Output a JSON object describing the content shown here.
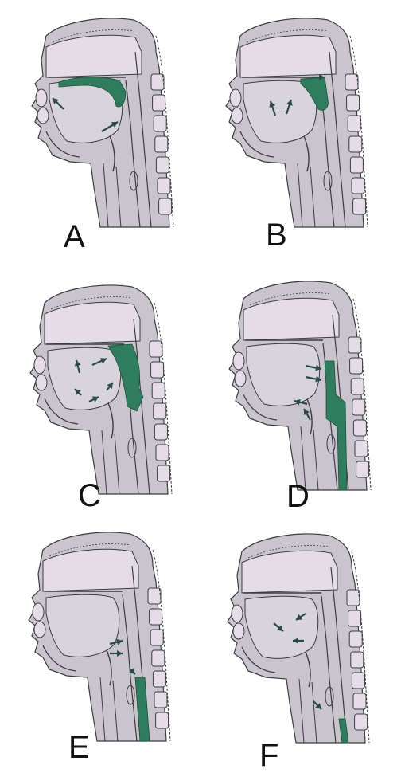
{
  "colors": {
    "tissue": "#c9c5cc",
    "tissue_light": "#d8d4dc",
    "palate": "#e4dde6",
    "outline": "#3c3a40",
    "green": "#2f7d5e",
    "arrow": "#2c4a44"
  },
  "panels": [
    {
      "label": "A",
      "green_region": "tongue-roof"
    },
    {
      "label": "B",
      "green_region": "velum-pharynx"
    },
    {
      "label": "C",
      "green_region": "pharynx-large"
    },
    {
      "label": "D",
      "green_region": "pharynx-esophagus"
    },
    {
      "label": "E",
      "green_region": "esophagus"
    },
    {
      "label": "F",
      "green_region": "esophagus-low"
    }
  ]
}
